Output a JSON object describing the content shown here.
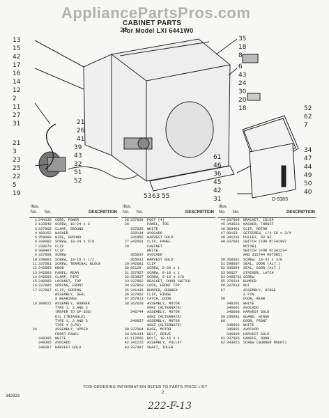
{
  "watermark": "AppliancePartsPros.com",
  "title": "CABINET PARTS",
  "subtitle": "For Model LXI 6441W0",
  "diagram_code": "D-9383",
  "callouts": [
    "28",
    "13",
    "15",
    "42",
    "17",
    "16",
    "14",
    "12",
    "2",
    "11",
    "27",
    "31",
    "21",
    "3",
    "23",
    "25",
    "22",
    "5",
    "19",
    "21",
    "26",
    "41",
    "39",
    "43",
    "32",
    "51",
    "52",
    "53",
    "63",
    "55",
    "61",
    "46",
    "36",
    "45",
    "42",
    "31",
    "35",
    "18",
    "8",
    "6",
    "43",
    "24",
    "30",
    "20",
    "18",
    "52",
    "62",
    "7",
    "34",
    "47",
    "44",
    "49",
    "50",
    "40"
  ],
  "headers": {
    "illus": "Illus.",
    "part": "Part",
    "no": "No.",
    "no2": "No.",
    "desc": "DESCRIPTION"
  },
  "col1": [
    [
      "1",
      "344136",
      "CORD, POWER"
    ],
    [
      "2",
      "133548",
      "SCREW, 10-24 x 3"
    ],
    [
      "3",
      "337905",
      "CLAMP, GROUND"
    ],
    [
      "4",
      "489152",
      "WASHER"
    ],
    [
      "5",
      "358089",
      "WIRE, GROUND"
    ],
    [
      "6",
      "339082",
      "SCREW, 10-24 x 5/8"
    ],
    [
      "7",
      "339079",
      "CLIP"
    ],
    [
      "8",
      "308407",
      "CLIP"
    ],
    [
      "9",
      "337608",
      "SCREW"
    ],
    [
      "10",
      "339081",
      "SCREW, 10-16 x 1/2"
    ],
    [
      "11",
      "337681",
      "SCREW, TERMINAL BLOCK"
    ],
    [
      "12",
      "342085",
      "KNOB"
    ],
    [
      "13",
      "342093",
      "PANEL, REAR"
    ],
    [
      "14",
      "342093",
      "CLAMP, PIPE"
    ],
    [
      "15",
      "340089",
      "LOCKNUT, TOP"
    ],
    [
      "16",
      "337685",
      "SPRING, FRONT"
    ],
    [
      "17",
      "337687",
      "CLIP, SPRING"
    ],
    [
      "",
      "",
      "ASSEMBLY, SEAL"
    ],
    [
      "",
      "",
      "& BEARINGS"
    ],
    [
      "18",
      "389622",
      "ASSEMBLY, BURNER"
    ],
    [
      "",
      "",
      "TYPE 1, 2 AND 3"
    ],
    [
      "",
      "",
      "(REFER TO SP-585)"
    ],
    [
      "",
      "",
      "OIL (TRIANGLE)"
    ],
    [
      "",
      "",
      "TYPE 1, 2 AND 3"
    ],
    [
      "",
      "",
      "TYPE 4 (LPG)"
    ],
    [
      "24",
      "",
      "ASSEMBLY, UPPER"
    ],
    [
      "",
      "",
      "FRONT PANEL"
    ],
    [
      "",
      "349396",
      "WHITE"
    ],
    [
      "",
      "349395",
      "AVOCADO"
    ],
    [
      "",
      "349397",
      "HARVEST GOLD"
    ]
  ],
  "col2": [
    [
      "25",
      "337839",
      "FOOT (4)"
    ],
    [
      "26",
      "",
      "PANEL, TOE"
    ],
    [
      "",
      "337835",
      "WHITE"
    ],
    [
      "",
      "329134",
      "AVOCADO"
    ],
    [
      "",
      "341856",
      "HARVEST GOLD"
    ],
    [
      "27",
      "342601",
      "CLIP, PANEL"
    ],
    [
      "28",
      "",
      "CABINET"
    ],
    [
      "",
      "",
      "WHITE"
    ],
    [
      "",
      "365037",
      "AVOCADO"
    ],
    [
      "",
      "365032",
      "HARVEST GOLD"
    ],
    [
      "29",
      "342681",
      "CLIP"
    ],
    [
      "30",
      "66129",
      "SCREW, 6-20 x 1"
    ],
    [
      "31",
      "337957",
      "SCREW, 8-18 x 1"
    ],
    [
      "32",
      "353807",
      "SCREW, 8-16 x 3/8"
    ],
    [
      "33",
      "337802",
      "BRACKET, DOOR SWITCH"
    ],
    [
      "34",
      "337863",
      "LOCK, FRONT TOP"
    ],
    [
      "35",
      "341435",
      "BUMPER, RUBBER"
    ],
    [
      "36",
      "327002",
      "CLIP, HINGE"
    ],
    [
      "37",
      "357813",
      "CATCH, DOOR"
    ],
    [
      "38",
      "367028",
      "ASSEMBLY, MOTOR"
    ],
    [
      "",
      "",
      "60HZ (ALTERNATE)"
    ],
    [
      "",
      "346744",
      "ASSEMBLY, MOTOR"
    ],
    [
      "",
      "",
      "60HZ (ALTERNATE)"
    ],
    [
      "",
      "340957",
      "ASSEMBLY, MOTOR"
    ],
    [
      "",
      "",
      "60HZ (ALTERNATE)"
    ],
    [
      "39",
      "337904",
      "BASE, MOTOR"
    ],
    [
      "40",
      "341344",
      "BELT, DRIVE"
    ],
    [
      "41",
      "112666",
      "BOLT, 10-16 x 1"
    ],
    [
      "42",
      "341225",
      "ASSEMBLY, PULLEY"
    ],
    [
      "43",
      "337487",
      "SHAFT, IDLER"
    ]
  ],
  "col3": [
    [
      "44",
      "337509",
      "BRACKET, IDLER"
    ],
    [
      "45",
      "343523",
      "WASHER, THRUST"
    ],
    [
      "46",
      "363461",
      "CLIP, MOTOR"
    ],
    [
      "47",
      "90153",
      "SETSCREW, 1/4-28 x 3/4"
    ],
    [
      "48",
      "341231",
      "PULLEY, 60 HZ"
    ],
    [
      "49",
      "337001",
      "SWITCH (FOR M/342997"
    ],
    [
      "",
      "",
      "MOTOR)"
    ],
    [
      "",
      "",
      "SWITCH (FOR M/341234"
    ],
    [
      "",
      "",
      "AND 316744 MOTORS)"
    ],
    [
      "50",
      "358501",
      "SCREW, 10-32 x 3/8"
    ],
    [
      "51",
      "298607",
      "SEAL, DOOR (ALT.)"
    ],
    [
      "52",
      "336084",
      "SEAL, DOOR (ALT.)"
    ],
    [
      "53",
      "96627",
      "STRIKER, LATCH"
    ],
    [
      "54",
      "9405761",
      "SCREW"
    ],
    [
      "55",
      "376514",
      "BUMPER"
    ],
    [
      "56",
      "337818",
      "NUT"
    ],
    [
      "57",
      "",
      "ASSEMBLY, HINGE"
    ],
    [
      "",
      "",
      "& PIN"
    ],
    [
      "58",
      "",
      "DOOR, REAR"
    ],
    [
      "",
      "346201",
      "WHITE"
    ],
    [
      "",
      "346601",
      "AVOCADO"
    ],
    [
      "",
      "346608",
      "HARVEST GOLD"
    ],
    [
      "59",
      "296601",
      "GUARD, HINGE"
    ],
    [
      "60",
      "",
      "DOOR, FRONT"
    ],
    [
      "",
      "346502",
      "WHITE"
    ],
    [
      "",
      "346801",
      "AVOCADO"
    ],
    [
      "",
      "346806",
      "HARVEST GOLD"
    ],
    [
      "61",
      "337896",
      "HANDLE, DOOR"
    ],
    [
      "62",
      "343025",
      "SCREW (BURNER MOUNT)"
    ]
  ],
  "order_note": "FOR ORDERING INFORMATION REFER TO PARTS PRICE LIST",
  "page_number": "2",
  "doc_code": "342923",
  "handwriting": "222-F-13"
}
